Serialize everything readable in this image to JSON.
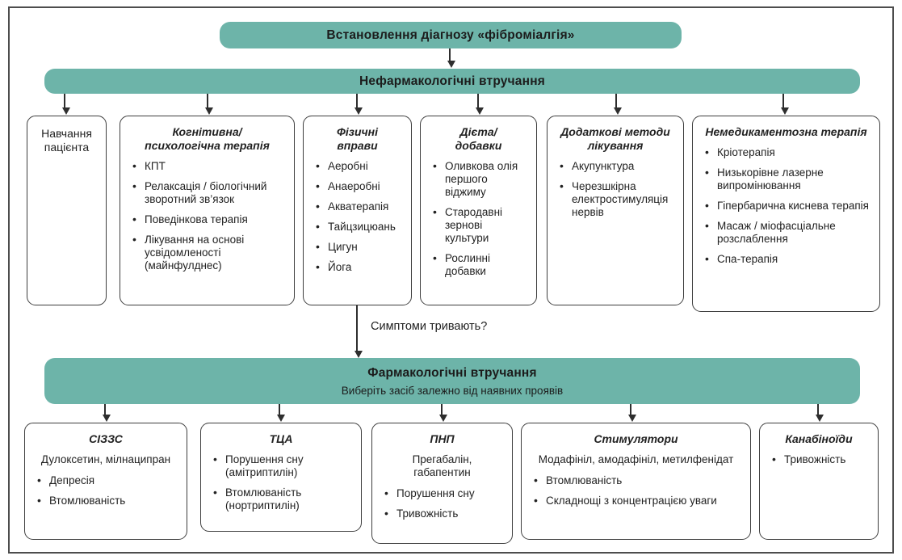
{
  "accent_color": "#6db4a9",
  "top_box": {
    "label": "Встановлення діагнозу «фіброміалгія»"
  },
  "nonpharma_bar": {
    "label": "Нефармакологічні втручання"
  },
  "nonpharma_boxes": [
    {
      "title": "Навчання\nпацієнта",
      "items": []
    },
    {
      "title": "Когнітивна/\nпсихологічна терапія",
      "items": [
        "КПТ",
        "Релаксація / біологічний зворотний зв’язок",
        "Поведінкова терапія",
        "Лікування на основі усвідомленості (майнфулднес)"
      ]
    },
    {
      "title": "Фізичні\nвправи",
      "items": [
        "Аеробні",
        "Анаеробні",
        "Акватерапія",
        "Тайцзицюань",
        "Цигун",
        "Йога"
      ]
    },
    {
      "title": "Дієта/\nдобавки",
      "items": [
        "Оливкова олія першого віджиму",
        "Стародавні зернові культури",
        "Рослинні добавки"
      ]
    },
    {
      "title": "Додаткові методи\nлікування",
      "items": [
        "Акупунктура",
        "Черезшкірна електростимуляція нервів"
      ]
    },
    {
      "title": "Немедикаментозна терапія",
      "items": [
        "Кріотерапія",
        "Низькорівне лазерне випромінювання",
        "Гіпербарична киснева терапія",
        "Масаж / міофасціальне розслаблення",
        "Спа-терапія"
      ]
    }
  ],
  "question_label": "Симптоми тривають?",
  "pharma_bar": {
    "title": "Фармакологічні втручання",
    "subtitle": "Виберіть засіб залежно від наявних проявів"
  },
  "pharma_boxes": [
    {
      "title": "СІЗЗС",
      "drugs": "Дулоксетин, мілнаципран",
      "items": [
        "Депресія",
        "Втомлюваність"
      ]
    },
    {
      "title": "ТЦА",
      "drugs": "",
      "items": [
        "Порушення сну (амітриптилін)",
        "Втомлюваність (нортриптилін)"
      ]
    },
    {
      "title": "ПНП",
      "drugs": "Прегабалін,\nгабапентин",
      "items": [
        "Порушення сну",
        "Тривожність"
      ]
    },
    {
      "title": "Стимулятори",
      "drugs": "Модафініл, амодафініл, метилфенідат",
      "items": [
        "Втомлюваність",
        "Складнощі з концентрацією уваги"
      ]
    },
    {
      "title": "Канабіноїди",
      "drugs": "",
      "items": [
        "Тривожність"
      ]
    }
  ]
}
